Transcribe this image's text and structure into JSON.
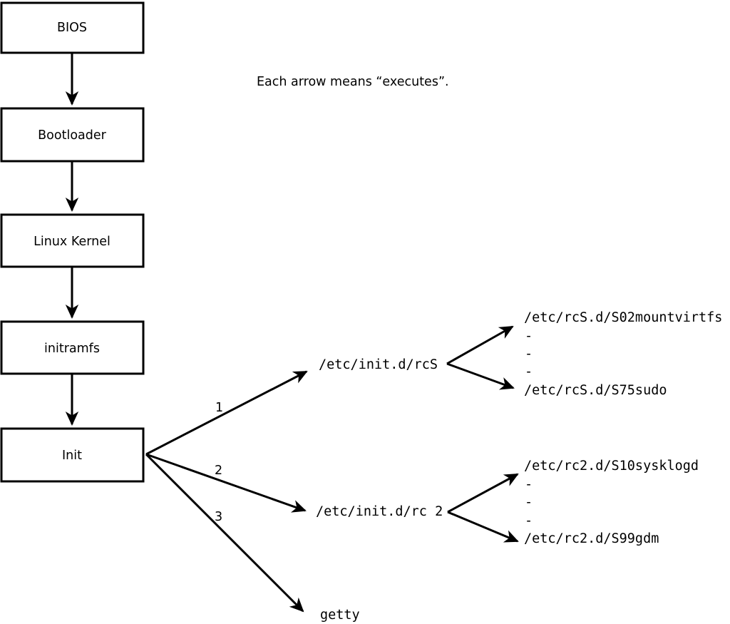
{
  "caption": "Each arrow means “executes”.",
  "boot_chain": [
    {
      "label": "BIOS"
    },
    {
      "label": "Bootloader"
    },
    {
      "label": "Linux Kernel"
    },
    {
      "label": "initramfs"
    },
    {
      "label": "Init"
    }
  ],
  "init_branches": [
    {
      "order": "1",
      "target": "/etc/init.d/rcS",
      "scripts": [
        "/etc/rcS.d/S02mountvirtfs",
        "-",
        "-",
        "-",
        "/etc/rcS.d/S75sudo"
      ]
    },
    {
      "order": "2",
      "target": "/etc/init.d/rc 2",
      "scripts": [
        "/etc/rc2.d/S10sysklogd",
        "-",
        "-",
        "-",
        "/etc/rc2.d/S99gdm"
      ]
    },
    {
      "order": "3",
      "target": "getty",
      "scripts": []
    }
  ],
  "colors": {
    "line": "#000000",
    "background": "#ffffff"
  }
}
